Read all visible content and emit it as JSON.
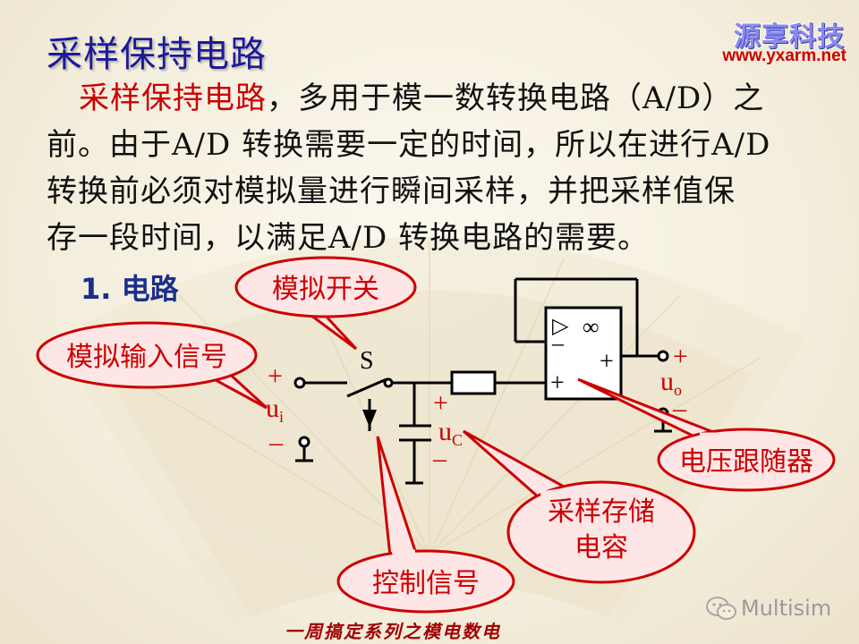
{
  "slide": {
    "title": "采样保持电路",
    "logo": {
      "name": "源享科技",
      "url": "www.yxarm.net"
    },
    "paragraph": {
      "highlight": "采样保持电路",
      "line1_rest": "，多用于模一数转换电路（A/D）之",
      "line2": "前。由于A/D 转换需要一定的时间，所以在进行A/D",
      "line3": "转换前必须对模拟量进行瞬间采样，并把采样值保",
      "line4": "存一段时间，以满足A/D 转换电路的需要。"
    },
    "section_heading": "1. 电路",
    "footer": "一周搞定系列之模电数电",
    "watermark": "Multisim"
  },
  "circuit": {
    "switch_label": "S",
    "input_plus": "+",
    "input_label": "u",
    "input_sub": "i",
    "input_minus": "–",
    "cap_plus": "+",
    "cap_label": "u",
    "cap_sub": "C",
    "cap_minus": "–",
    "opamp_triangle": "▷",
    "opamp_infinity": "∞",
    "opamp_minus": "–",
    "opamp_plus_in": "+",
    "opamp_plus_out": "+",
    "output_plus": "+",
    "output_label": "u",
    "output_sub": "o",
    "output_minus": "–"
  },
  "callouts": {
    "analog_switch": "模拟开关",
    "analog_input": "模拟输入信号",
    "voltage_follower": "电压跟随器",
    "storage_cap_line1": "采样存储",
    "storage_cap_line2": "电容",
    "control_signal": "控制信号"
  },
  "colors": {
    "title": "#1a1a9a",
    "highlight": "#cc0000",
    "callout_fill": "#ffe6e6",
    "callout_border": "#cc0000",
    "callout_text": "#cc0000",
    "circuit_label": "#cc0000"
  }
}
